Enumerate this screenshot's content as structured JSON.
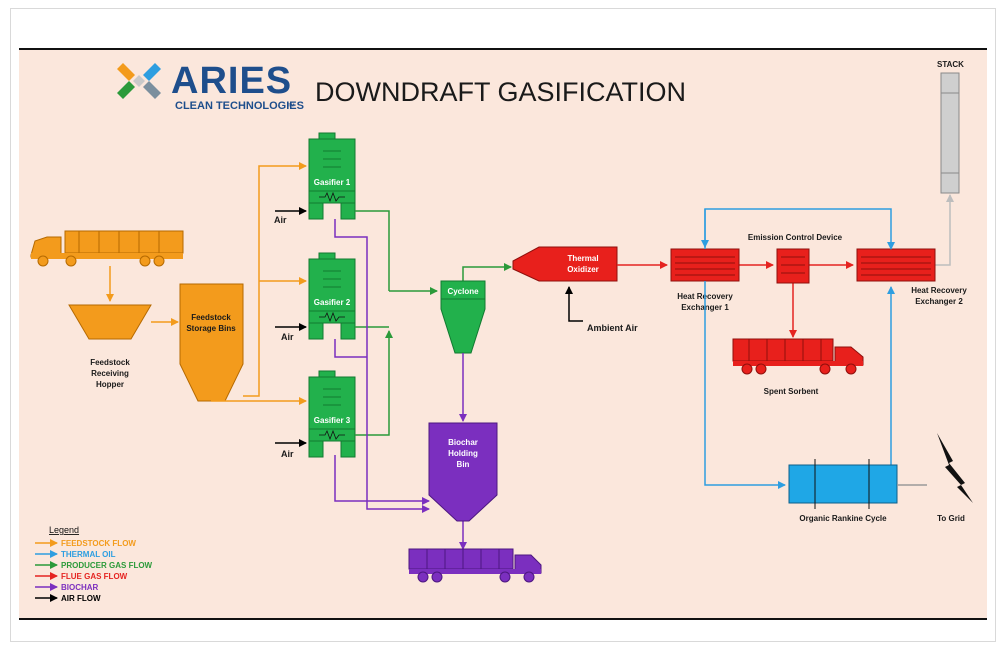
{
  "logo": {
    "name": "ARIES",
    "tagline": "CLEAN TECHNOLOGIES",
    "tm": "™"
  },
  "title": "DOWNDRAFT GASIFICATION",
  "labels": {
    "stack": "STACK",
    "gasifier_1": "Gasifier 1",
    "gasifier_2": "Gasifier 2",
    "gasifier_3": "Gasifier 3",
    "air": "Air",
    "cyclone": "Cyclone",
    "thermal_oxidizer_line1": "Thermal",
    "thermal_oxidizer_line2": "Oxidizer",
    "ambient_air": "Ambient Air",
    "emission_control": "Emission Control Device",
    "hrx1_line1": "Heat Recovery",
    "hrx1_line2": "Exchanger 1",
    "hrx2_line1": "Heat Recovery",
    "hrx2_line2": "Exchanger 2",
    "spent_sorbent": "Spent Sorbent",
    "orc": "Organic Rankine Cycle",
    "to_grid": "To Grid",
    "feedstock_bins_line1": "Feedstock",
    "feedstock_bins_line2": "Storage Bins",
    "hopper_line1": "Feedstock",
    "hopper_line2": "Receiving",
    "hopper_line3": "Hopper",
    "biochar_line1": "Biochar",
    "biochar_line2": "Holding",
    "biochar_line3": "Bin"
  },
  "legend": {
    "title": "Legend",
    "items": [
      {
        "label": "FEEDSTOCK FLOW",
        "color": "#f39b1c"
      },
      {
        "label": "THERMAL OIL",
        "color": "#2e9ee0"
      },
      {
        "label": "PRODUCER GAS FLOW",
        "color": "#2b9a3a"
      },
      {
        "label": "FLUE GAS FLOW",
        "color": "#e52421"
      },
      {
        "label": "BIOCHAR",
        "color": "#7b2fbf"
      },
      {
        "label": "AIR FLOW",
        "color": "#000000"
      }
    ]
  },
  "colors": {
    "background": "#fbe7dc",
    "feedstock": "#f39b1c",
    "thermal_oil": "#2e9ee0",
    "producer_gas": "#2b9a3a",
    "flue_gas": "#e52421",
    "biochar": "#7b2fbf",
    "air": "#000000",
    "gasifier": "#22b14c",
    "equipment_red": "#e8201c",
    "orc": "#1fa7e6",
    "stack_gray": "#c8c8c8"
  }
}
